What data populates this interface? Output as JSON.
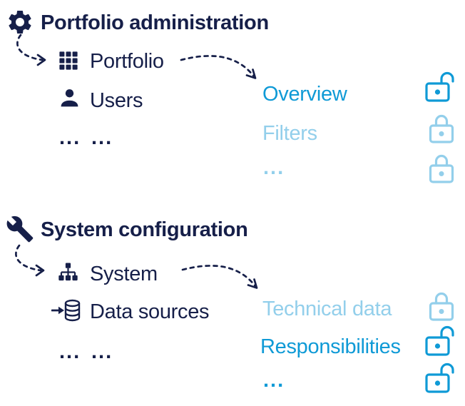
{
  "colors": {
    "dark_navy": "#161f49",
    "medium_blue": "#0f9ad6",
    "light_blue": "#93cfeb"
  },
  "sections": [
    {
      "title": "Portfolio administration",
      "icon": "gear",
      "menu_items": [
        {
          "icon": "grid",
          "label": "Portfolio"
        },
        {
          "icon": "user",
          "label": "Users"
        },
        {
          "icon_label": "...",
          "label": "..."
        }
      ],
      "pages": [
        {
          "label": "Overview",
          "access": "unlocked"
        },
        {
          "label": "Filters",
          "access": "locked"
        },
        {
          "label": "...",
          "access": "locked"
        }
      ]
    },
    {
      "title": "System configuration",
      "icon": "wrench",
      "menu_items": [
        {
          "icon": "sitemap",
          "label": "System"
        },
        {
          "icon": "database-import",
          "label": "Data sources"
        },
        {
          "icon_label": "...",
          "label": "..."
        }
      ],
      "pages": [
        {
          "label": "Technical data",
          "access": "locked"
        },
        {
          "label": "Responsibilities",
          "access": "unlocked"
        },
        {
          "label": "...",
          "access": "unlocked"
        }
      ]
    }
  ]
}
